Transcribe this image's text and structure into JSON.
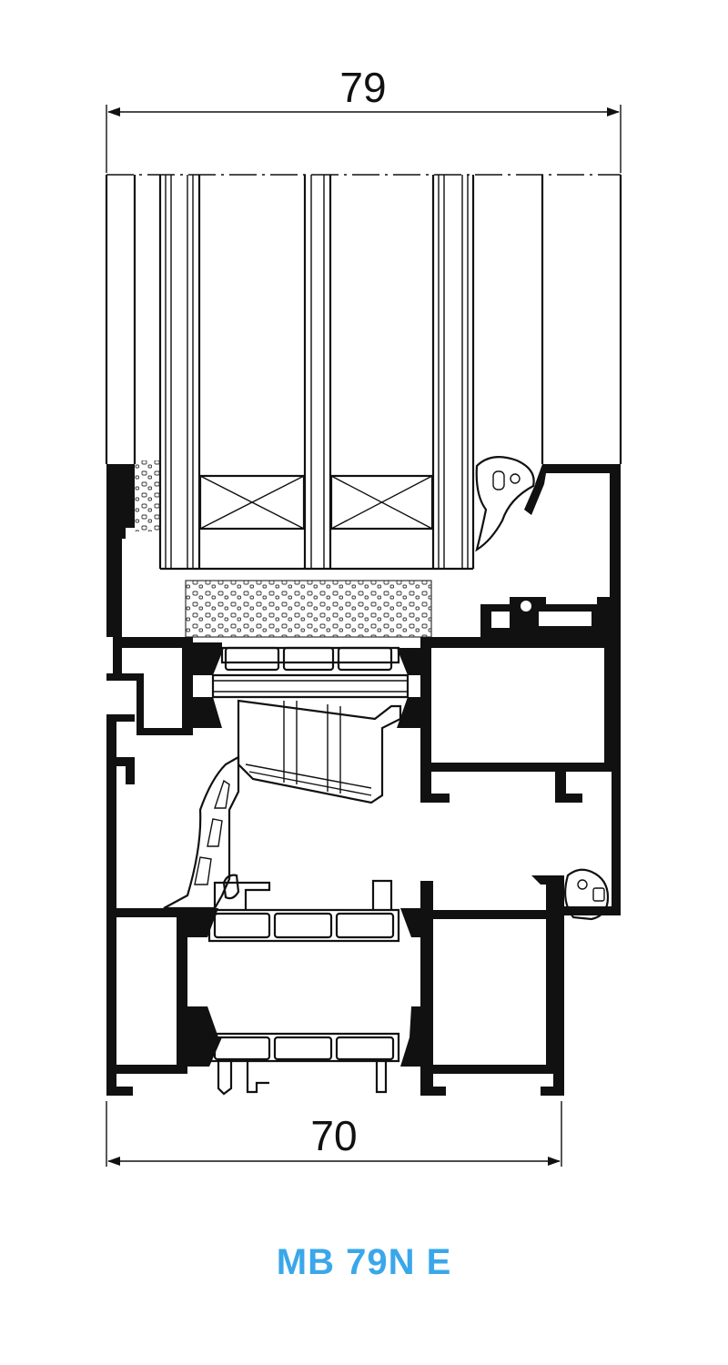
{
  "dimensions": {
    "top_width": "79",
    "bottom_width": "70"
  },
  "product": {
    "name": "MB 79N E"
  },
  "colors": {
    "line": "#111111",
    "product_name": "#3aa7ea",
    "background": "#ffffff"
  }
}
